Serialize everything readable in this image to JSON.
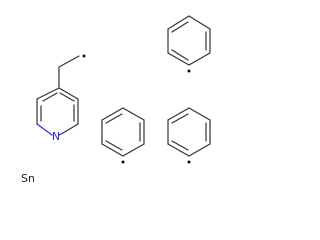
{
  "atoms": {
    "nitrogen": {
      "label": "N",
      "color": "#2a2ad8"
    },
    "tin": {
      "label": "Sn",
      "color": "#222222"
    }
  },
  "structure": {
    "rings": [
      "pyridine-ring",
      "phenyl-ring-top",
      "phenyl-ring-middle",
      "phenyl-ring-right"
    ],
    "radical_sites": 4
  }
}
